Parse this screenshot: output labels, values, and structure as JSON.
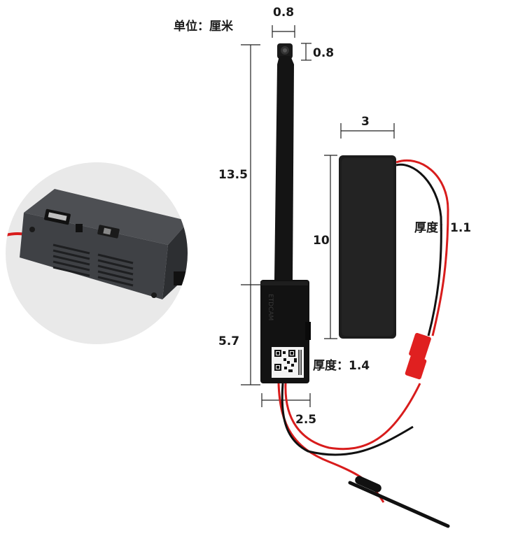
{
  "unit_label": "单位：厘米",
  "dimensions": {
    "lens_width": "0.8",
    "lens_height": "0.8",
    "ribbon_length": "13.5",
    "module_length": "5.7",
    "module_width": "2.5",
    "module_thickness": "厚度：1.4",
    "battery_width": "3",
    "battery_length": "10",
    "battery_thickness": "厚度：1.1"
  },
  "module_print": "ETDCAM",
  "colors": {
    "background": "#ffffff",
    "device": "#111111",
    "battery": "#1c1c1c",
    "wire_red": "#d81c1c",
    "wire_black": "#111111",
    "connector": "#e02020",
    "dimension_line": "#222222"
  }
}
